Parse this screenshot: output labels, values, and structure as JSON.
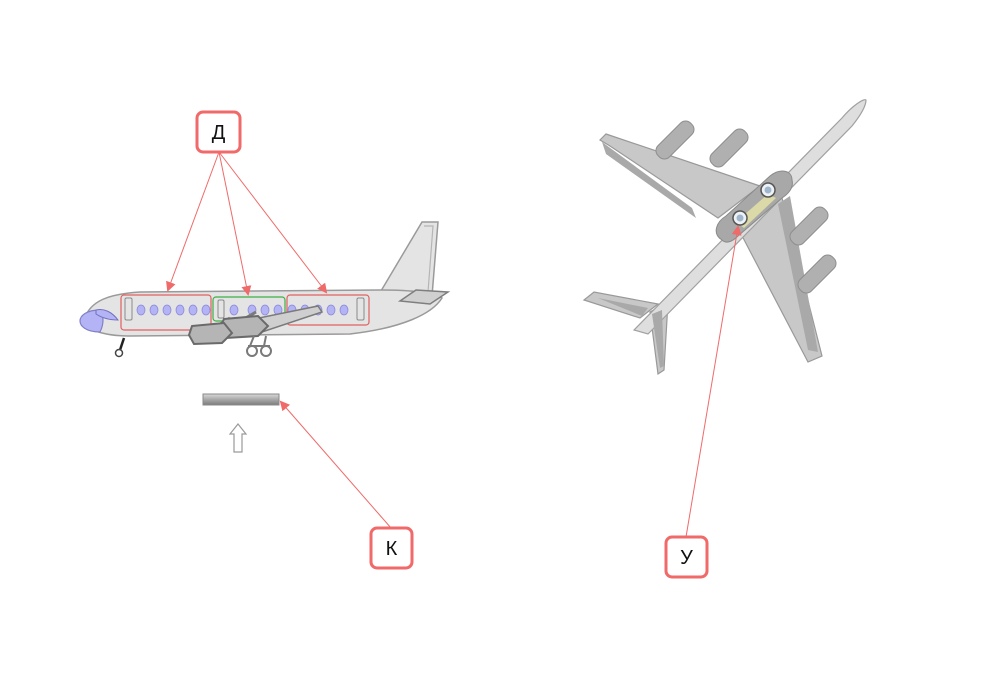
{
  "labels": {
    "d": "Д",
    "k": "К",
    "u": "У"
  },
  "colors": {
    "callout": "#f06a6a",
    "fuselage": "#e4e4e4",
    "outline": "#9a9a9a",
    "window": "#b3b3f5",
    "section_red": "#e06060",
    "section_green": "#3cb043",
    "cargo_hatch": "#dcd9a8"
  }
}
